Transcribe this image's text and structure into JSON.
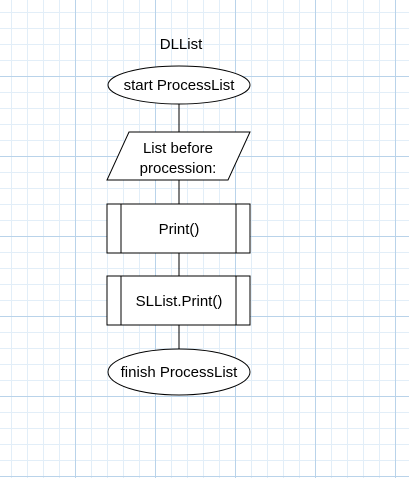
{
  "diagram": {
    "title": "DLList",
    "nodes": {
      "start": "start ProcessList",
      "io_line1": "List before",
      "io_line2": "procession:",
      "print": "Print()",
      "sllist_print": "SLList.Print()",
      "finish": "finish ProcessList"
    }
  },
  "colors": {
    "grid_major": "#b9d3ea",
    "grid_minor": "#e2eef8",
    "stroke": "#000000",
    "fill": "#ffffff"
  }
}
